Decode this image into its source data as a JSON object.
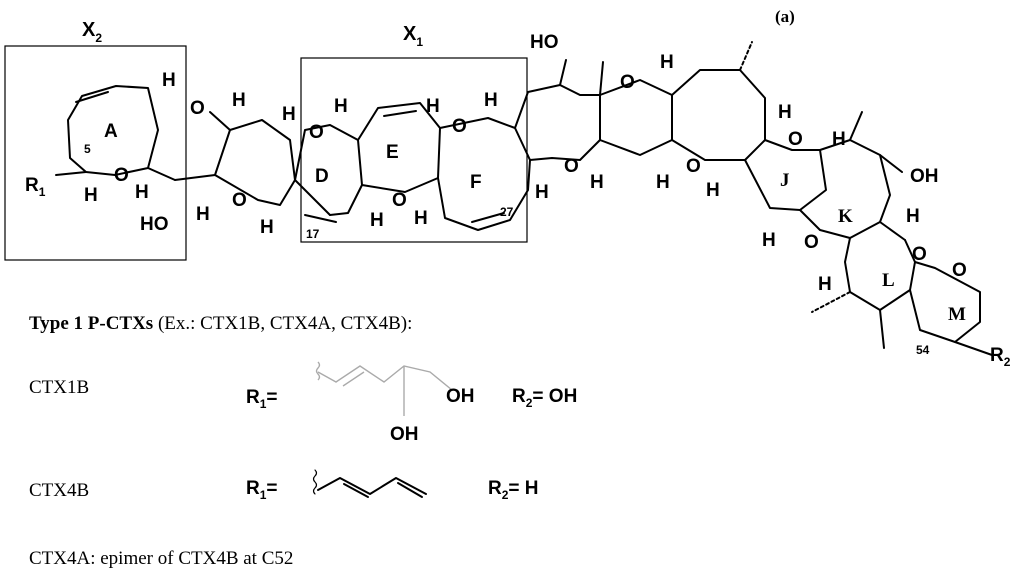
{
  "panel_label": "(a)",
  "boxes": {
    "x2": "X",
    "x2_sub": "2",
    "x1": "X",
    "x1_sub": "1"
  },
  "rings": [
    "A",
    "D",
    "E",
    "F",
    "J",
    "K",
    "L",
    "M"
  ],
  "atoms": {
    "o": "O",
    "h": "H",
    "ho": "HO",
    "oh": "OH",
    "r1": "R",
    "r1_sub": "1",
    "r2": "R",
    "r2_sub": "2"
  },
  "positions": {
    "c5": "5",
    "c17": "17",
    "c27": "27",
    "c54": "54"
  },
  "caption": {
    "type1_bold": "Type 1 P-CTXs",
    "type1_rest": " (Ex.: CTX1B, CTX4A, CTX4B):",
    "ctx1b": "CTX1B",
    "ctx4b": "CTX4B",
    "ctx4a": "CTX4A: epimer of CTX4B at C52"
  },
  "substituents": {
    "r1_eq": "R",
    "r1_eq_sub": "1",
    "r1_eq_sign": "=",
    "row1_oh_right": "OH",
    "row1_oh_down": "OH",
    "row1_r2": "R",
    "row1_r2_sub": "2",
    "row1_r2_val": "= OH",
    "row2_r2": "R",
    "row2_r2_sub": "2",
    "row2_r2_val": "= H"
  }
}
